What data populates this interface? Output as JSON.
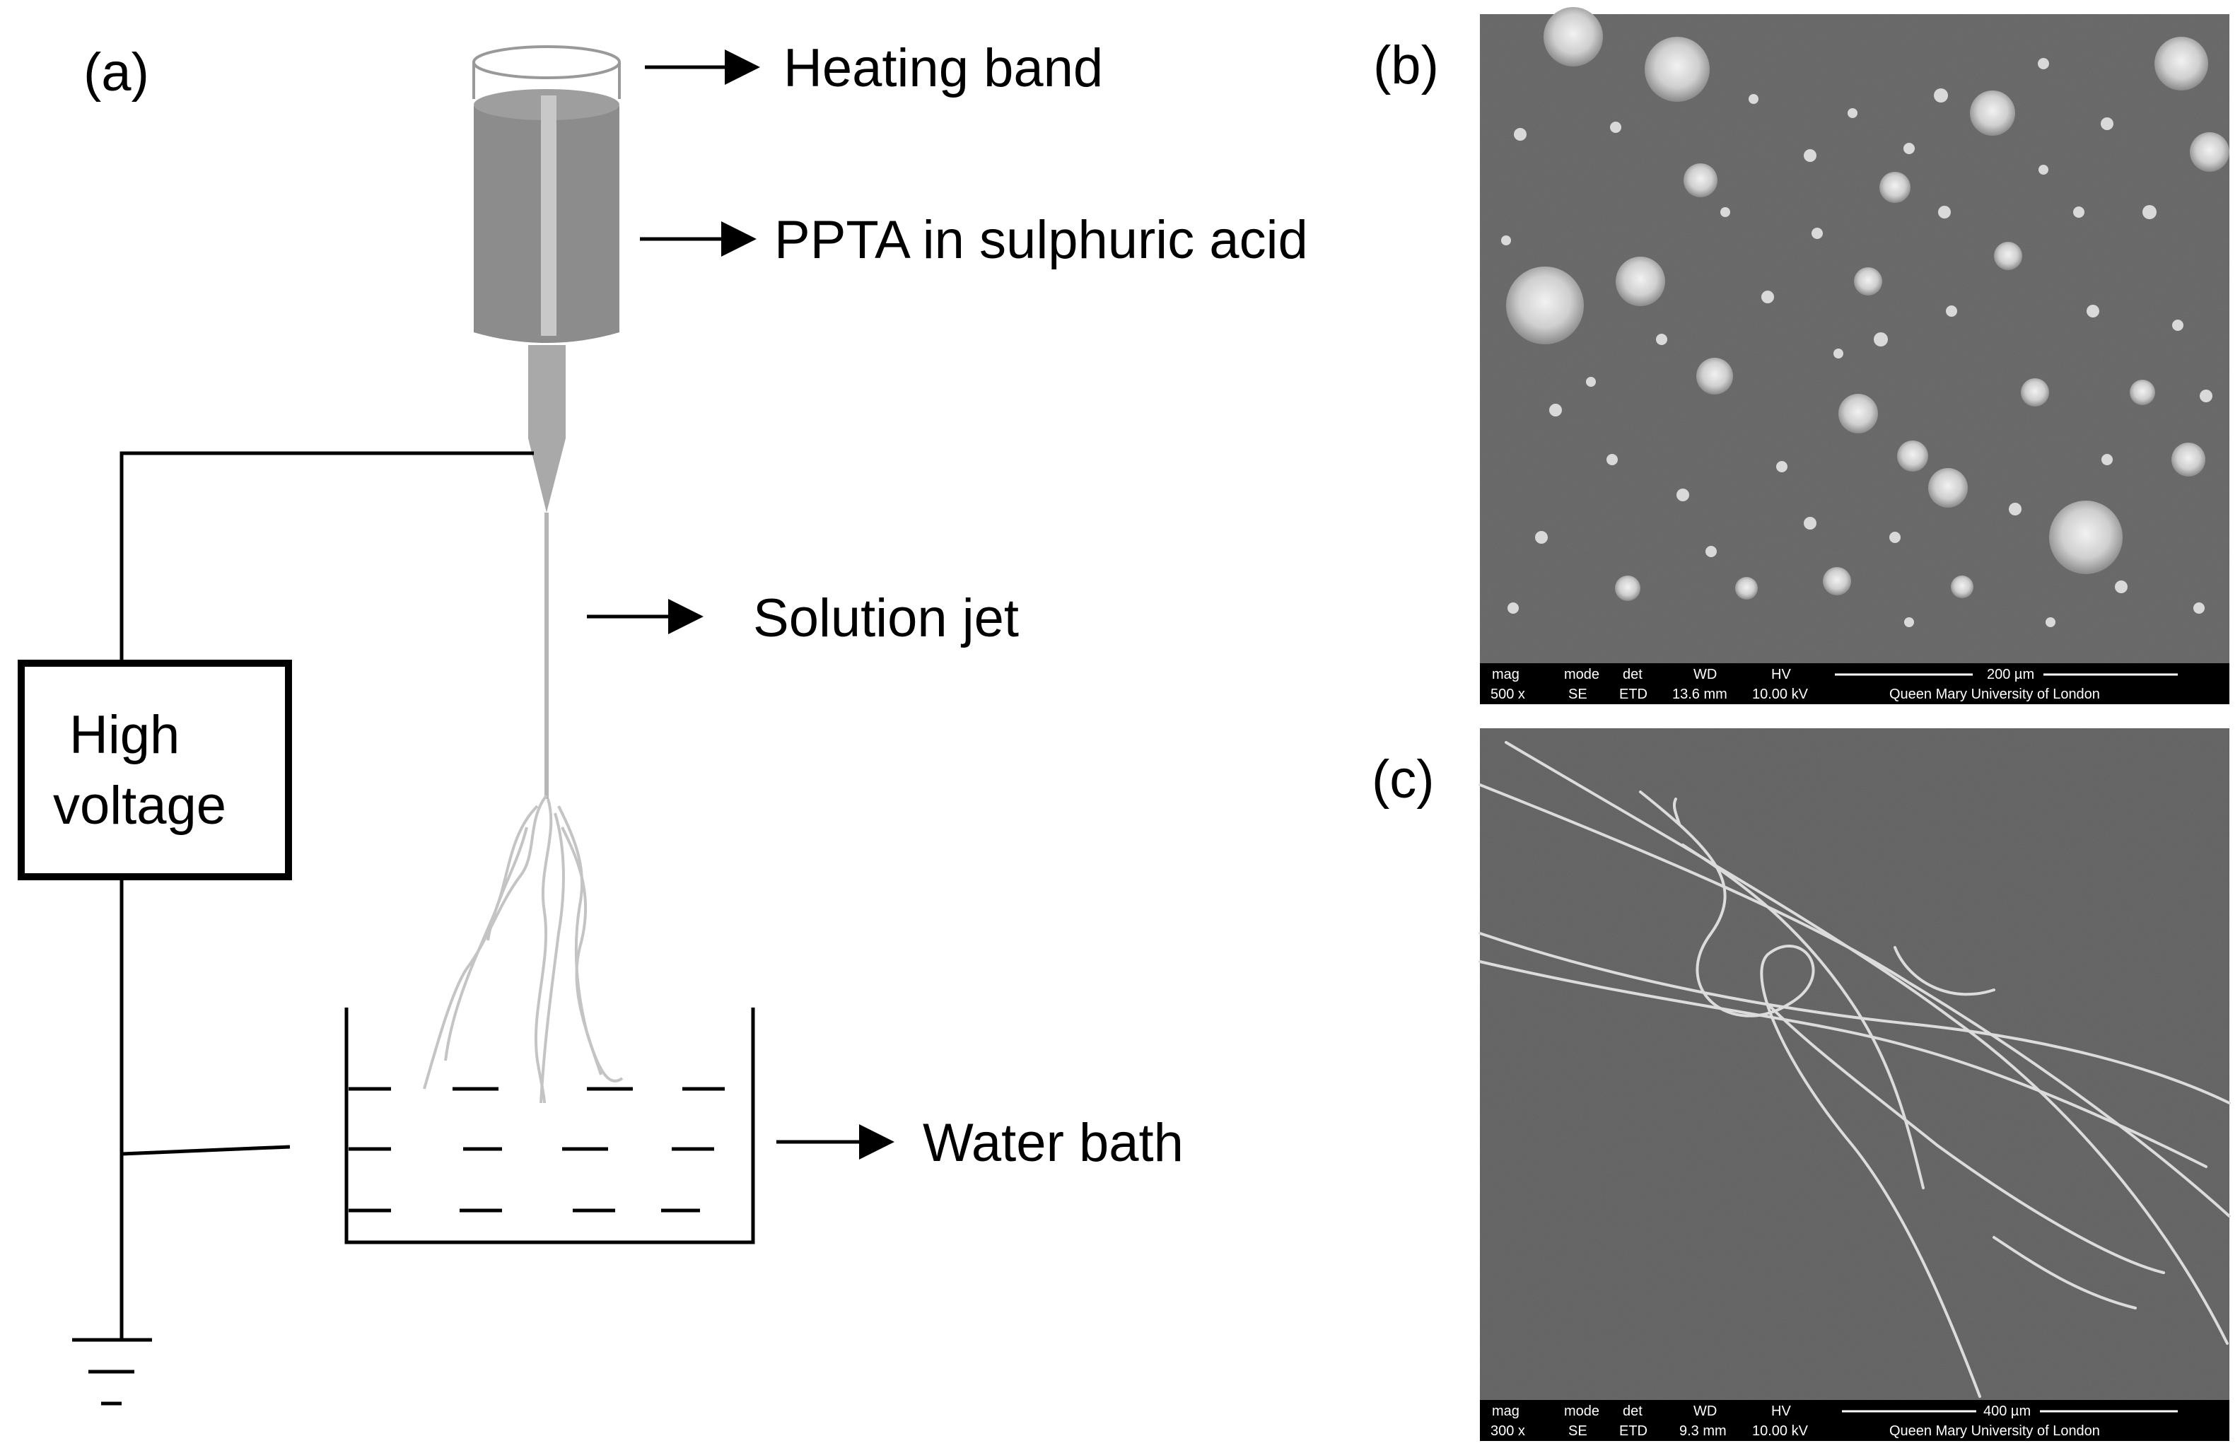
{
  "panels": {
    "a": "(a)",
    "b": "(b)",
    "c": "(c)"
  },
  "labels": {
    "heating_band": "Heating band",
    "solution": "PPTA in sulphuric acid",
    "jet": "Solution jet",
    "water_bath": "Water bath",
    "high_voltage_line1": "High",
    "high_voltage_line2": "voltage"
  },
  "sem_b": {
    "headers": [
      "mag",
      "mode",
      "det",
      "WD",
      "HV"
    ],
    "values": [
      "500 x",
      "SE",
      "ETD",
      "13.6 mm",
      "10.00 kV"
    ],
    "scale": "200 µm",
    "institution": "Queen Mary University of London"
  },
  "sem_c": {
    "headers": [
      "mag",
      "mode",
      "det",
      "WD",
      "HV"
    ],
    "values": [
      "300 x",
      "SE",
      "ETD",
      "9.3 mm",
      "10.00 kV"
    ],
    "scale": "400 µm",
    "institution": "Queen Mary University of London"
  },
  "colors": {
    "line": "#000000",
    "cylinder": "#8c8c8c",
    "needle": "#a9a9a9",
    "sem_background": "#6b6b6b"
  }
}
